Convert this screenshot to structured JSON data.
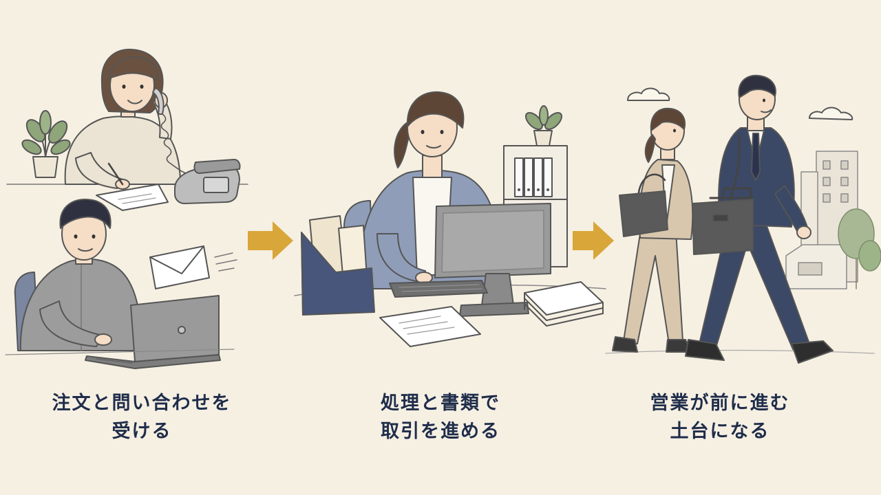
{
  "colors": {
    "background": "#f6f0e3",
    "arrow": "#d9a63a",
    "caption_text": "#1f2d4a",
    "line": "#5a5a5a",
    "suit": "#3b4866",
    "cardigan": "#8f9db8",
    "sweater": "#ebe4d4",
    "shirt": "#9c9c9c",
    "device": "#9a9a9a",
    "folder_box": "#47567a",
    "plant": "#8fa57a",
    "beige_outfit": "#d8c7ad",
    "bag": "#5a5a5a"
  },
  "steps": [
    {
      "id": "receive-orders",
      "caption_lines": [
        "注文と問い合わせを",
        "受ける"
      ],
      "icons": [
        "phone-icon",
        "laptop-icon",
        "envelope-icon",
        "plant-icon"
      ]
    },
    {
      "id": "process-documents",
      "caption_lines": [
        "処理と書類で",
        "取引を進める"
      ],
      "icons": [
        "monitor-icon",
        "keyboard-icon",
        "file-box-icon",
        "document-stack-icon",
        "shelf-icon",
        "plant-icon"
      ]
    },
    {
      "id": "support-sales",
      "caption_lines": [
        "営業が前に進む",
        "土台になる"
      ],
      "icons": [
        "briefcase-icon",
        "tote-bag-icon",
        "building-icon",
        "house-icon",
        "tree-icon",
        "cloud-icon"
      ]
    }
  ],
  "connectors": [
    "arrow-right-icon",
    "arrow-right-icon"
  ]
}
